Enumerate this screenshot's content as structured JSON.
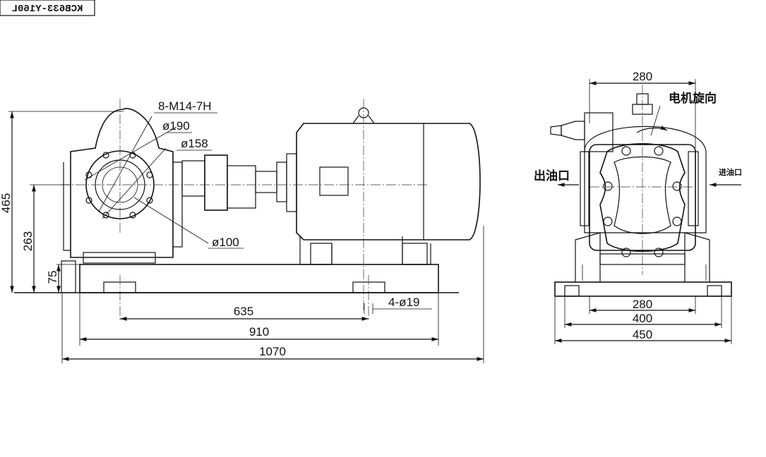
{
  "model_tag": "KCB633-Y160L",
  "front_view": {
    "callouts": {
      "bolt_spec": "8-M14-7H",
      "dia_190": "ø190",
      "dia_158": "ø158",
      "dia_100": "ø100"
    },
    "dimensions": {
      "height_total": "465",
      "height_center": "263",
      "height_base": "75",
      "bolt_spacing": "635",
      "base_holes": "4-ø19",
      "base_length": "910",
      "overall_length": "1070"
    }
  },
  "side_view": {
    "labels": {
      "rotation": "电机旋向",
      "outlet": "出油口",
      "inlet": "进油口"
    },
    "dimensions": {
      "top_width": "280",
      "bottom_280": "280",
      "bottom_400": "400",
      "bottom_450": "450"
    }
  }
}
